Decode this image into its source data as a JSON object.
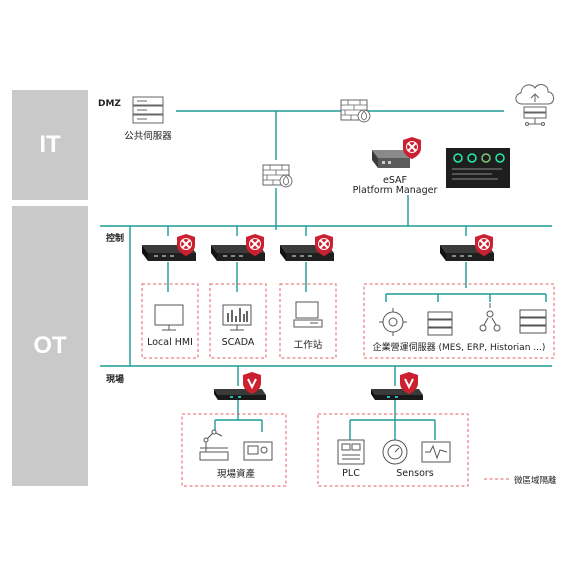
{
  "zones": {
    "it": "IT",
    "ot": "OT"
  },
  "labels": {
    "dmz": "DMZ",
    "public_server": "公共伺服器",
    "esaf_line1": "eSAF",
    "esaf_line2": "Platform Manager",
    "control": "控制",
    "field": "現場",
    "local_hmi": "Local HMI",
    "scada": "SCADA",
    "workstation": "工作站",
    "enterprise_server": "企業營運伺服器 (MES, ERP, Historian ...)",
    "field_assets": "現場資產",
    "plc": "PLC",
    "sensors": "Sensors",
    "legend": "微區域隔離"
  },
  "colors": {
    "line": "#1a9b96",
    "zone_bg": "#c9c9c9",
    "dashed": "#e0606a",
    "shield_red": "#cc1f2f",
    "device": "#2a2a2a"
  }
}
